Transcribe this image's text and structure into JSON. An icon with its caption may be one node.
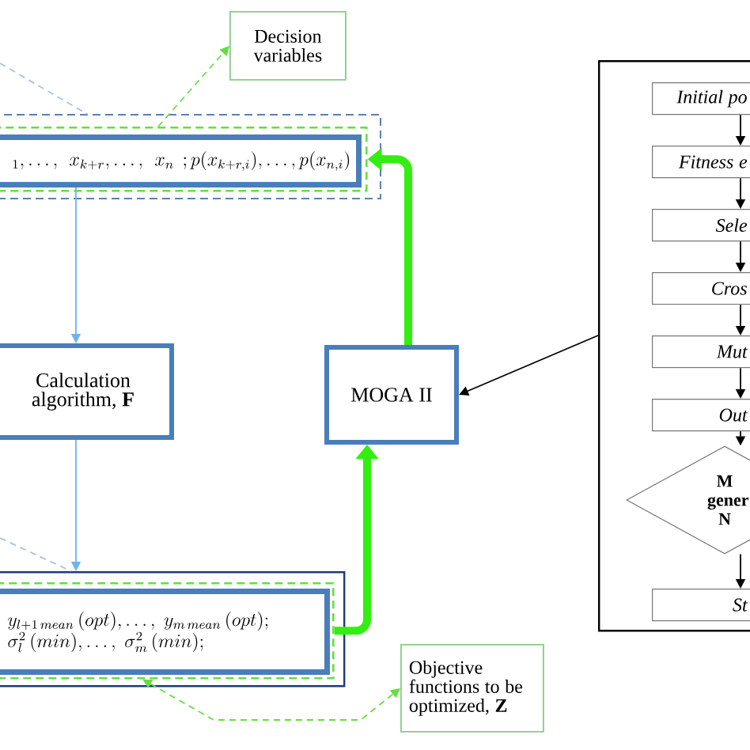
{
  "diagram": {
    "nodes": [
      {
        "text": [
          "Decision variables"
        ]
      },
      {
        "text": [],
        "shape": "box"
      },
      {
        "text": [],
        "shape": "box",
        "in": 1
      },
      {
        "text": [
          "{}_{1},\\ldots,\\; x_{k+r},\\ldots,\\; x_{n}\\;;p(x_{k+r,i}),\\ldots,p(x_{n,i})"
        ],
        "in": 2
      },
      {
        "text": [
          "Calculation algorithm, **F**"
        ]
      },
      {
        "text": [
          "MOGA II"
        ]
      },
      {
        "text": [],
        "shape": "box"
      },
      {
        "text": [],
        "shape": "box",
        "in": 6
      },
      {
        "text": [
          "y_{l+1\\,mean}\\,(opt),\\ldots,\\; y_{m\\,mean}\\,(opt);",
          "\\sigma_{l}^{2}\\,(min),\\ldots,\\;\\sigma_{m}^{2}\\,(min);"
        ],
        "in": 7
      },
      {
        "text": [
          "Objective functions to be optimized, **Z**"
        ]
      },
      {
        "text": [],
        "shape": "box"
      },
      {
        "text": [
          "Initial po"
        ],
        "in": 10
      },
      {
        "text": [
          "Fitness e"
        ],
        "in": 10
      },
      {
        "text": [
          "Sele"
        ],
        "in": 10
      },
      {
        "text": [
          "Cros"
        ],
        "in": 10
      },
      {
        "text": [
          "Mut"
        ],
        "in": 10
      },
      {
        "text": [
          "Out"
        ],
        "in": 10
      },
      {
        "text": [
          "M gener N"
        ],
        "in": 10
      },
      {
        "text": [
          "St"
        ],
        "in": 10
      }
    ],
    "edges": [
      {
        "from": null,
        "to": 1,
        "arrow": "none",
        "style": "dashed",
        "color": "#a9c4dc"
      },
      {
        "from": 2,
        "to": 0,
        "arrow": "to",
        "style": "dashed",
        "color": "#66dd44"
      },
      {
        "from": 3,
        "to": 4,
        "arrow": "to",
        "color": "#6cb4ee"
      },
      {
        "from": 4,
        "to": 6,
        "arrow": "to",
        "color": "#6cb4ee"
      },
      {
        "from": null,
        "to": 6,
        "arrow": "none",
        "style": "dashed",
        "color": "#a9c4dc"
      },
      {
        "from": 7,
        "to": 5,
        "arrow": "to",
        "style": "thick",
        "color": "#33ee11"
      },
      {
        "from": 5,
        "to": 2,
        "arrow": "to",
        "style": "thick",
        "color": "#33ee11"
      },
      {
        "from": 10,
        "to": 5,
        "arrow": "to"
      },
      {
        "from": 7,
        "to": 9,
        "arrow": "both",
        "style": "dashed",
        "color": "#66dd44"
      },
      {
        "from": 11,
        "to": 12,
        "arrow": "to"
      },
      {
        "from": 12,
        "to": 13,
        "arrow": "to"
      },
      {
        "from": 13,
        "to": 14,
        "arrow": "to"
      },
      {
        "from": 14,
        "to": 15,
        "arrow": "to"
      },
      {
        "from": 15,
        "to": 16,
        "arrow": "to"
      },
      {
        "from": 16,
        "to": 17,
        "arrow": "to"
      },
      {
        "from": 17,
        "to": 18,
        "arrow": "to"
      }
    ]
  }
}
